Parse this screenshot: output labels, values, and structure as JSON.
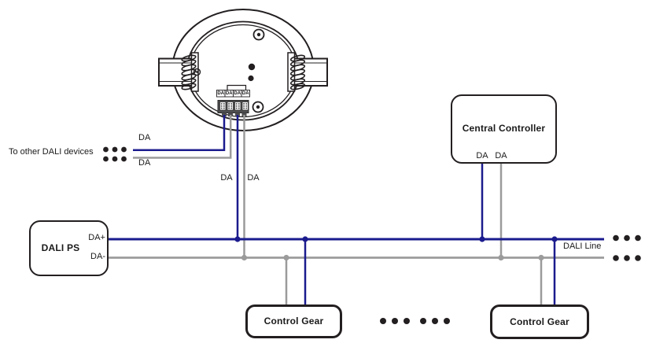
{
  "colors": {
    "wire_blue": "#1b1b8e",
    "wire_gray": "#9b9b9b",
    "outline_black": "#231f20"
  },
  "sensor": {
    "terminal_labels": [
      "DA",
      "DA",
      "DA",
      "DA"
    ],
    "down_wire_label_left": "DA",
    "down_wire_label_right": "DA"
  },
  "left_branch": {
    "caption": "To other DALI devices",
    "top_wire_label": "DA",
    "bottom_wire_label": "DA"
  },
  "dali_ps": {
    "title": "DALI PS",
    "terminal_plus": "DA+",
    "terminal_minus": "DA-"
  },
  "central_controller": {
    "title": "Central Controller",
    "terminal_left": "DA",
    "terminal_right": "DA"
  },
  "control_gear_left": {
    "title": "Control Gear"
  },
  "control_gear_right": {
    "title": "Control Gear"
  },
  "bus": {
    "label": "DALI Line"
  }
}
